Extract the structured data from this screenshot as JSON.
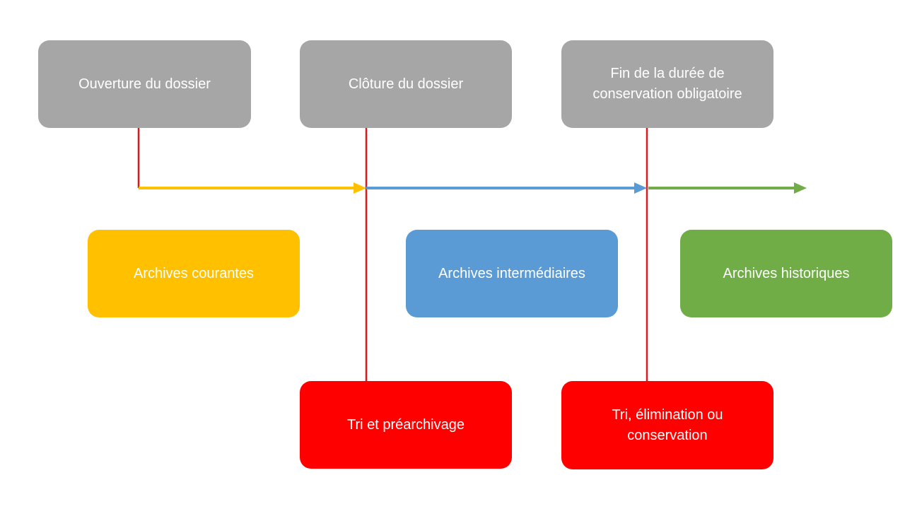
{
  "colors": {
    "gray": "#a6a6a6",
    "yellow": "#ffc000",
    "blue": "#5b9bd5",
    "green": "#70ad47",
    "red": "#ff0000",
    "connector_red": "#e0181c"
  },
  "milestones": {
    "opening": "Ouverture du dossier",
    "closing": "Clôture du dossier",
    "end_retention": "Fin de la durée de\nconservation obligatoire"
  },
  "phases": {
    "current": "Archives courantes",
    "intermediate": "Archives intermédiaires",
    "historical": "Archives historiques"
  },
  "actions": {
    "sort_prearchive": "Tri et préarchivage",
    "sort_eliminate": "Tri, élimination ou\nconservation"
  }
}
